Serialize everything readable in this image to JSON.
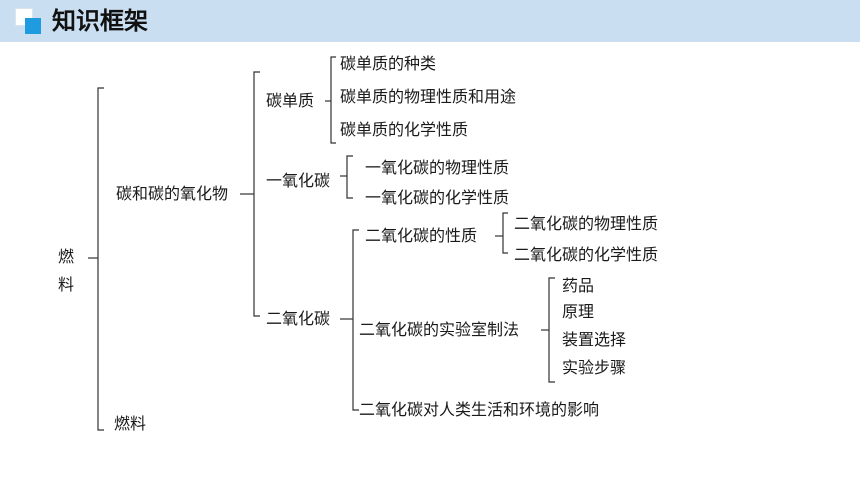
{
  "header": {
    "title": "知识框架"
  },
  "colors": {
    "header_bg": "#c9def0",
    "accent": "#1f9be0"
  },
  "tree": {
    "root": "燃\n料",
    "level1": {
      "carbon_oxides": "碳和碳的氧化物",
      "fuel": "燃料"
    },
    "carbon_element": {
      "label": "碳单质",
      "items": [
        "碳单质的种类",
        "碳单质的物理性质和用途",
        "碳单质的化学性质"
      ]
    },
    "co": {
      "label": "一氧化碳",
      "items": [
        "一氧化碳的物理性质",
        "一氧化碳的化学性质"
      ]
    },
    "co2": {
      "label": "二氧化碳",
      "properties": {
        "label": "二氧化碳的性质",
        "items": [
          "二氧化碳的物理性质",
          "二氧化碳的化学性质"
        ]
      },
      "lab_prep": {
        "label": "二氧化碳的实验室制法",
        "items": [
          "药品",
          "原理",
          "装置选择",
          "实验步骤"
        ]
      },
      "impact": "二氧化碳对人类生活和环境的影响"
    }
  }
}
